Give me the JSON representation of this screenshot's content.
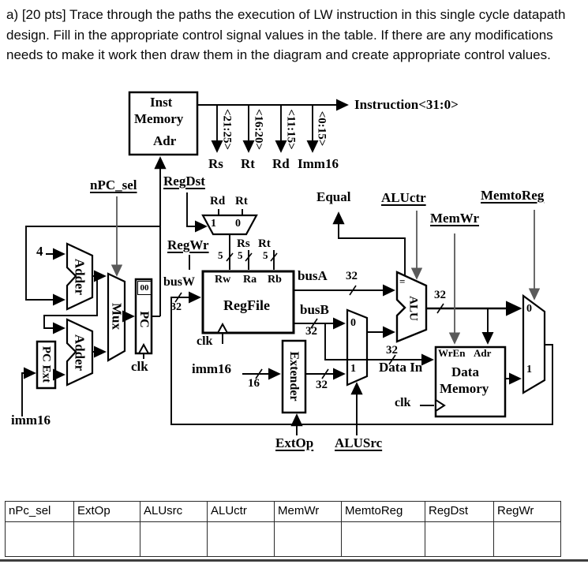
{
  "question": "a) [20 pts] Trace through the paths the execution of LW instruction in this single cycle datapath design.  Fill in the appropriate control signal values in the table.  If there are any modifications needs to make it work then draw them in the diagram and create appropriate control values.",
  "diagram": {
    "inst_memory": {
      "line1": "Inst",
      "line2": "Memory",
      "port": "Adr"
    },
    "instruction_bus": "Instruction<31:0>",
    "fields": {
      "f1": "<21:25>",
      "f2": "<16:20>",
      "f3": "<11:15>",
      "f4": "<0:15>",
      "rs": "Rs",
      "rt": "Rt",
      "rd": "Rd",
      "imm16": "Imm16"
    },
    "controls": {
      "npc_sel": "nPC_sel",
      "regdst": "RegDst",
      "regwr": "RegWr",
      "equal": "Equal",
      "aluctr": "ALUctr",
      "memwr": "MemWr",
      "memtoreg": "MemtoReg",
      "extop": "ExtOp",
      "alusrc": "ALUSrc"
    },
    "regdst_mux": {
      "rd": "Rd",
      "rt": "Rt",
      "in1": "1",
      "in0": "0"
    },
    "regfile": {
      "rw": "Rw",
      "ra": "Ra",
      "rb": "Rb",
      "name": "RegFile",
      "clk": "clk",
      "rs": "Rs",
      "rt": "Rt",
      "w5a": "5",
      "w5b": "5",
      "w5c": "5"
    },
    "pc_unit": {
      "four": "4",
      "adder1": "Adder",
      "adder2": "Adder",
      "mux": "Mux",
      "pc": "PC",
      "zeros": "00",
      "clk": "clk",
      "pcext": "PC Ext",
      "imm16": "imm16"
    },
    "buses": {
      "busw": "busW",
      "busa": "busA",
      "busb": "busB",
      "imm16": "imm16",
      "w32_busw": "32",
      "w32_busa": "32",
      "w32_busb": "32",
      "w16": "16",
      "w32_ext": "32",
      "w32_aluout": "32",
      "w32_datain": "32",
      "datain": "Data In"
    },
    "alu": {
      "name": "ALU",
      "eq": "="
    },
    "alusrc_mux": {
      "in0": "0",
      "in1": "1"
    },
    "extender": "Extender",
    "data_memory": {
      "wren": "WrEn",
      "adr": "Adr",
      "line1": "Data",
      "line2": "Memory",
      "clk": "clk"
    },
    "memtoreg_mux": {
      "in0": "0",
      "in1": "1"
    }
  },
  "table": {
    "headers": [
      "nPc_sel",
      "ExtOp",
      "ALUsrc",
      "ALUctr",
      "MemWr",
      "MemtoReg",
      "RegDst",
      "RegWr"
    ],
    "row": [
      "",
      "",
      "",
      "",
      "",
      "",
      "",
      ""
    ]
  }
}
